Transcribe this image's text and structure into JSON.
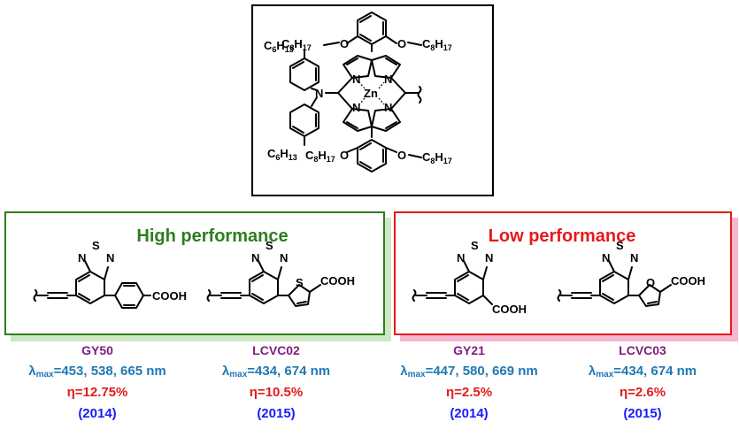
{
  "core": {
    "metal": "Zn",
    "nitrogen": "N",
    "amine_n": "N",
    "oxygen": "O",
    "octyl": "C8H17",
    "hexyl": "C6H13"
  },
  "panels": {
    "high": {
      "title": "High performance",
      "border_color": "#2e7d1e",
      "shadow_color": "#cfe8c4",
      "title_color": "#2e7d1e"
    },
    "low": {
      "title": "Low performance",
      "border_color": "#e41a1c",
      "shadow_color": "#f6b8cf",
      "title_color": "#e41a1c"
    }
  },
  "fragments": {
    "btd_s": "S",
    "btd_n": "N",
    "cooh": "COOH",
    "thiophene_s": "S",
    "furan_o": "O"
  },
  "dyes": [
    {
      "name": "GY50",
      "lambda_prefix": "λ",
      "lambda_sub": "max",
      "lambda_values": "=453, 538, 665 nm",
      "eta": "η=12.75%",
      "year": "(2014)"
    },
    {
      "name": "LCVC02",
      "lambda_prefix": "λ",
      "lambda_sub": "max",
      "lambda_values": "=434, 674 nm",
      "eta": "η=10.5%",
      "year": "(2015)"
    },
    {
      "name": "GY21",
      "lambda_prefix": "λ",
      "lambda_sub": "max",
      "lambda_values": "=447, 580, 669 nm",
      "eta": "η=2.5%",
      "year": "(2014)"
    },
    {
      "name": "LCVC03",
      "lambda_prefix": "λ",
      "lambda_sub": "max",
      "lambda_values": "=434, 674 nm",
      "eta": "η=2.6%",
      "year": "(2015)"
    }
  ]
}
